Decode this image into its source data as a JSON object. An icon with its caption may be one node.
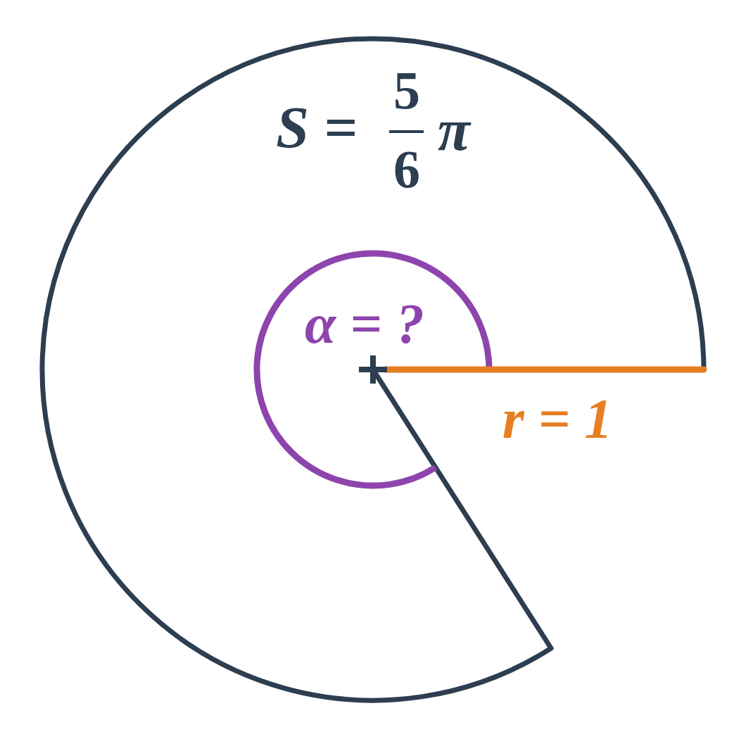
{
  "diagram": {
    "labels": [
      "S =",
      "5",
      "6",
      "π",
      "α = ?",
      "r = 1"
    ]
  }
}
